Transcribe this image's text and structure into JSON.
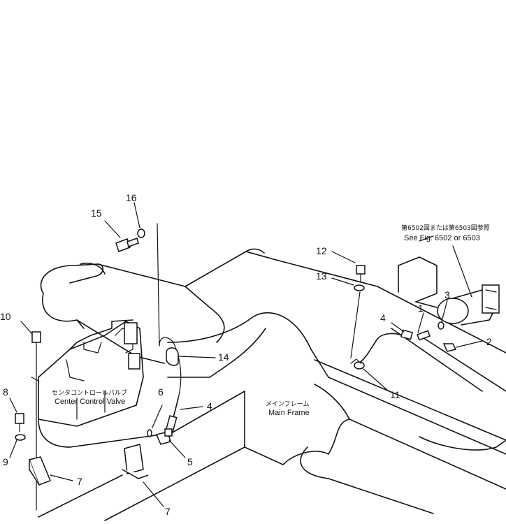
{
  "labels": {
    "center_valve_jp": "センタコントロールバルブ",
    "center_valve_en": "Center Control Valve",
    "main_frame_jp": "メインフレーム",
    "main_frame_en": "Main Frame",
    "see_fig_jp": "第6502図または第6503図参照",
    "see_fig_en": "See Fig. 6502 or 6503"
  },
  "part_numbers": {
    "p1": "1",
    "p2": "2",
    "p3": "3",
    "p4a": "4",
    "p4b": "4",
    "p5": "5",
    "p6": "6",
    "p7a": "7",
    "p7b": "7",
    "p8": "8",
    "p9": "9",
    "p10": "10",
    "p11": "11",
    "p12": "12",
    "p13": "13",
    "p14": "14",
    "p15": "15",
    "p16": "16"
  }
}
